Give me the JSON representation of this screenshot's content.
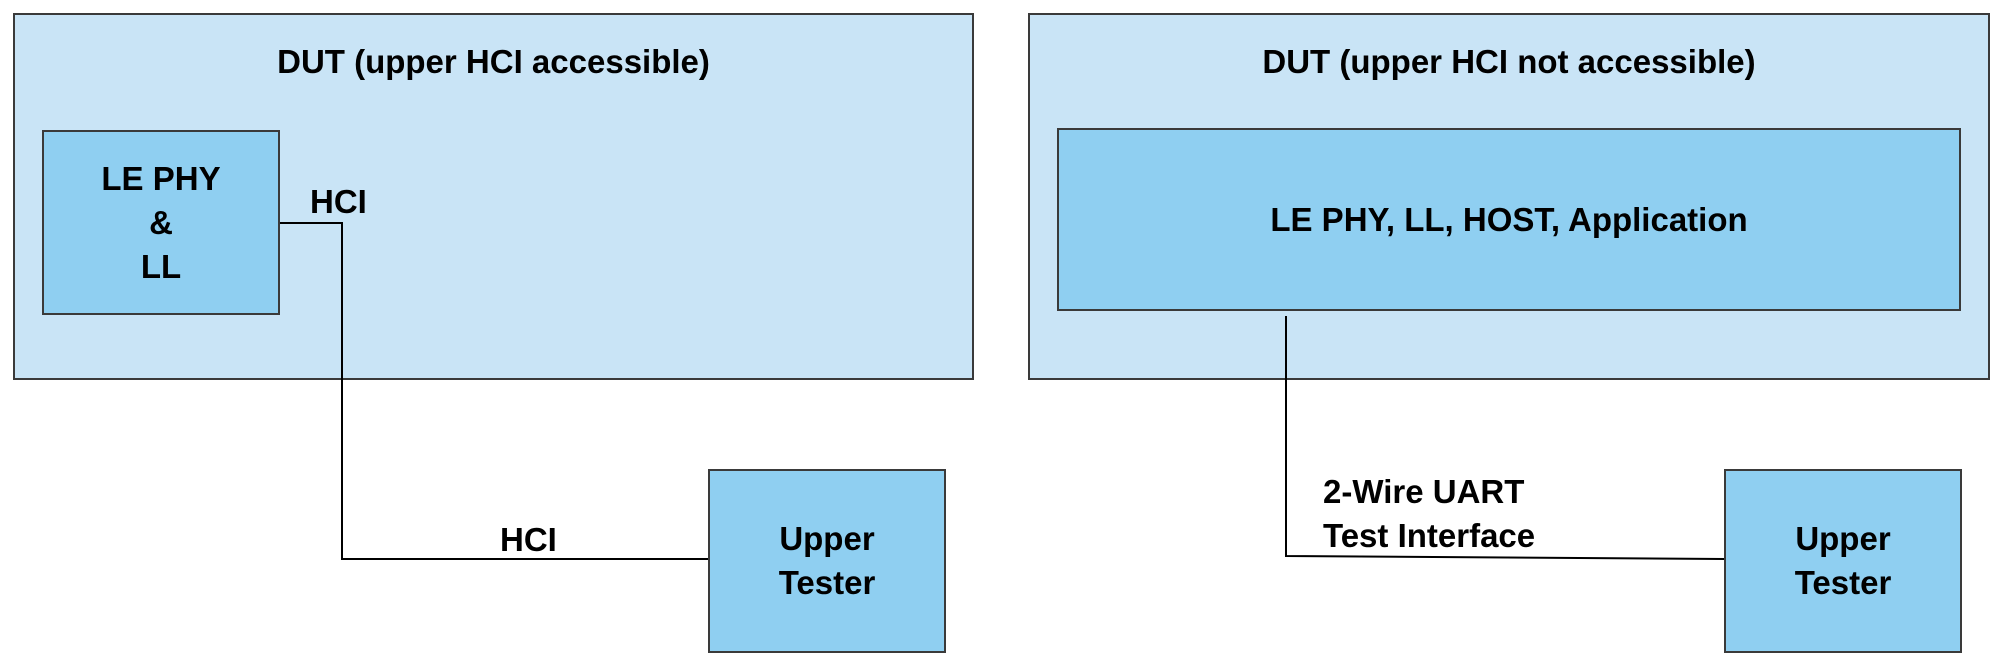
{
  "left_panel": {
    "title": "DUT (upper HCI accessible)",
    "inner_box": {
      "line1": "LE PHY",
      "line2": "&",
      "line3": "LL"
    },
    "link_label_top": "HCI",
    "link_label_bottom": "HCI",
    "tester": {
      "line1": "Upper",
      "line2": "Tester"
    }
  },
  "right_panel": {
    "title": "DUT (upper HCI not accessible)",
    "inner_box": {
      "label": "LE PHY, LL, HOST, Application"
    },
    "link_label": {
      "line1": "2-Wire UART",
      "line2": "Test Interface"
    },
    "tester": {
      "line1": "Upper",
      "line2": "Tester"
    }
  },
  "colors": {
    "dut_fill": "#c9e4f6",
    "block_fill": "#8fcff1",
    "border": "#3a3a3a"
  }
}
